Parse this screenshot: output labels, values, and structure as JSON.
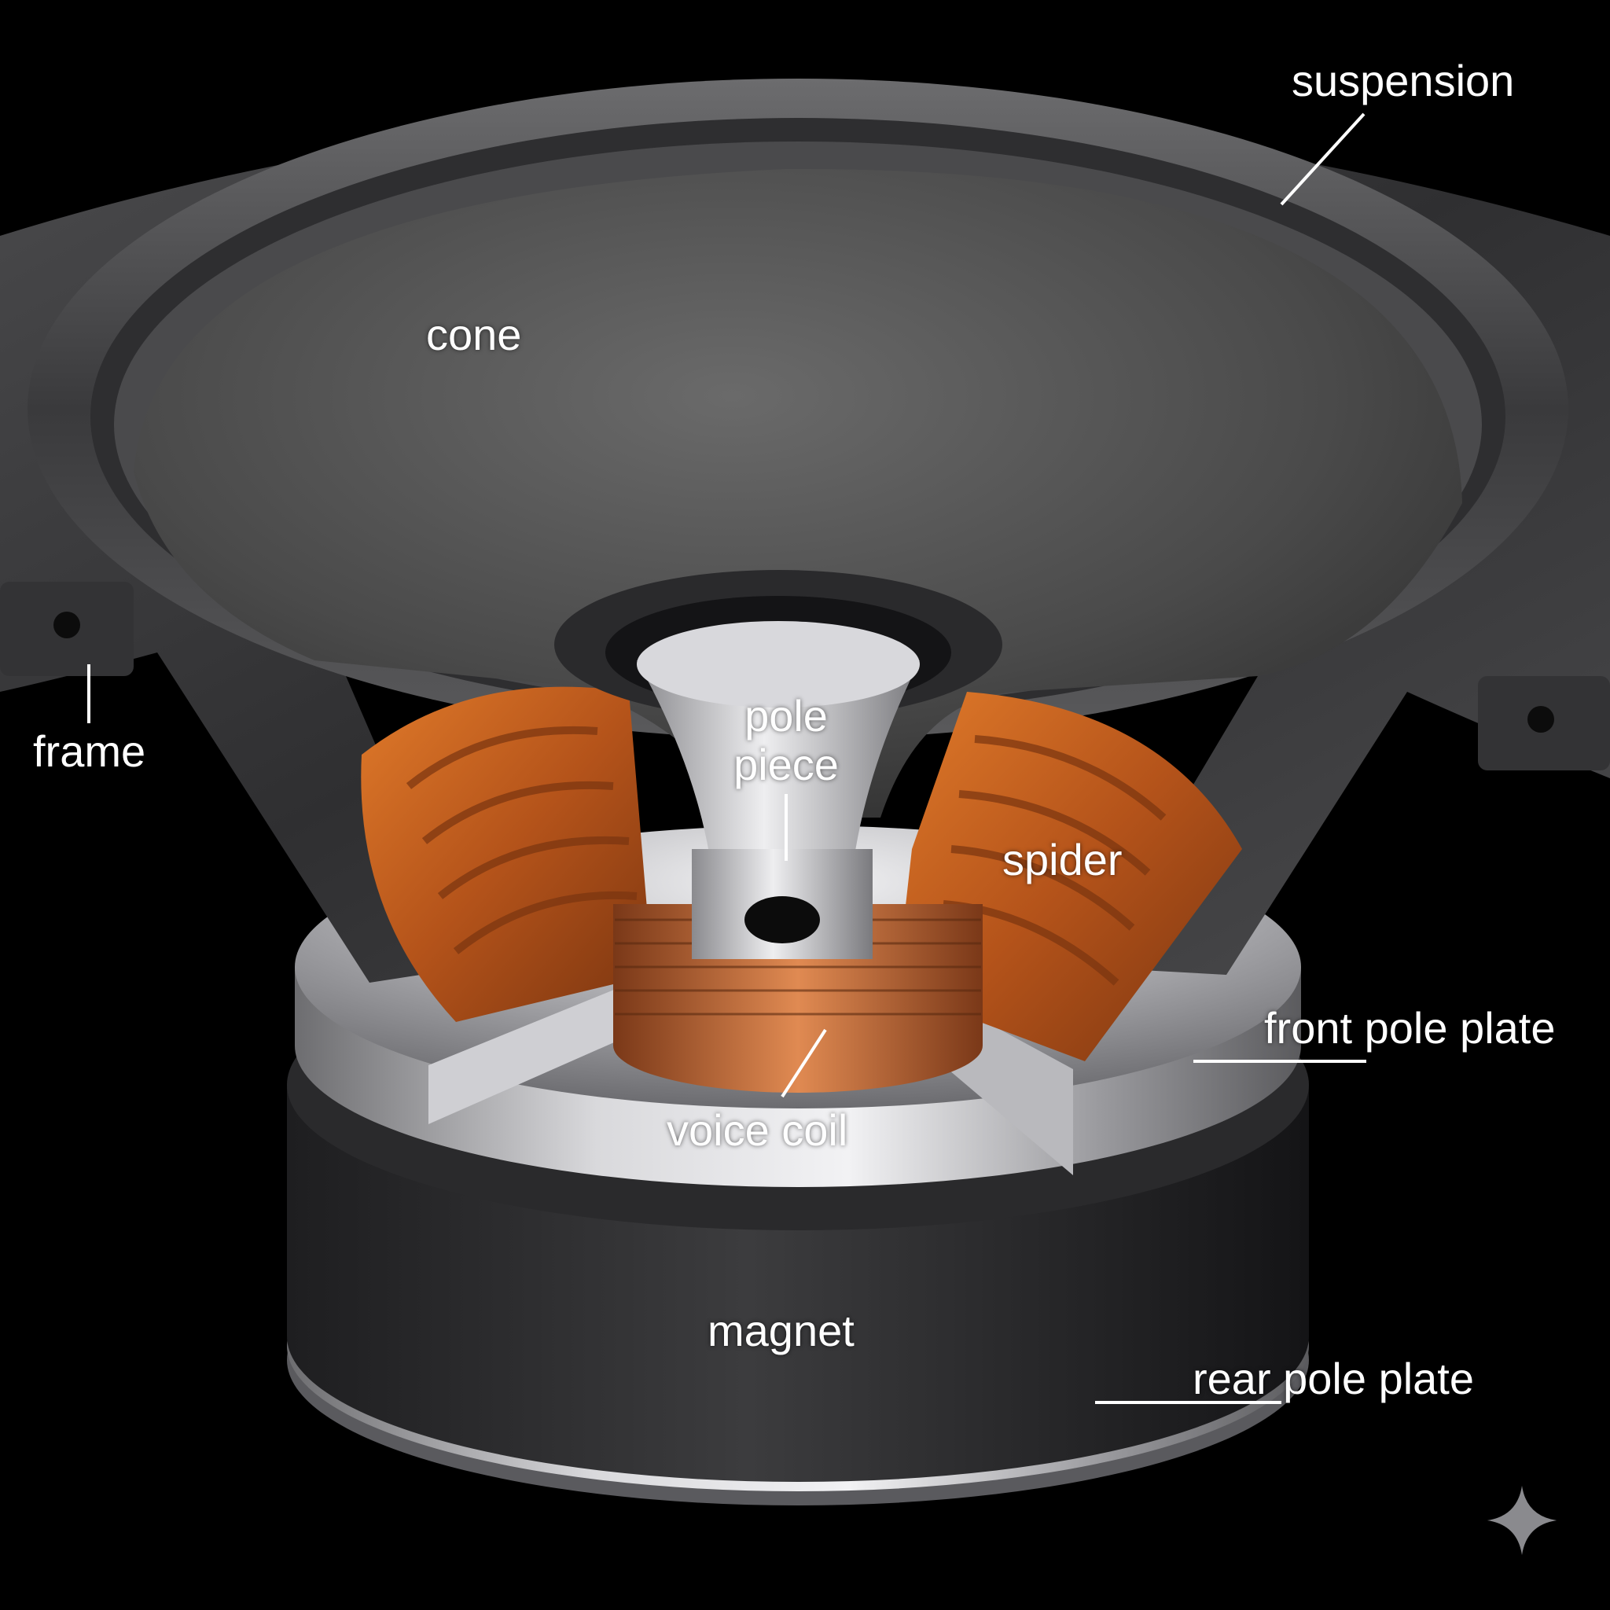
{
  "diagram": {
    "labels": {
      "suspension": "suspension",
      "cone": "cone",
      "pole_piece_line1": "pole",
      "pole_piece_line2": "piece",
      "frame": "frame",
      "spider": "spider",
      "front_pole_plate": "front pole plate",
      "voice_coil": "voice coil",
      "magnet": "magnet",
      "rear_pole_plate": "rear pole plate"
    },
    "colors": {
      "background": "#000000",
      "frame": "#3a3a3c",
      "cone": "#4a4a4a",
      "spider": "#c8621a",
      "voice_coil": "#b8622e",
      "metal": "#c8c8cc",
      "magnet": "#2e2e30",
      "label": "#ffffff"
    },
    "watermark_icon": "sparkle-icon"
  }
}
